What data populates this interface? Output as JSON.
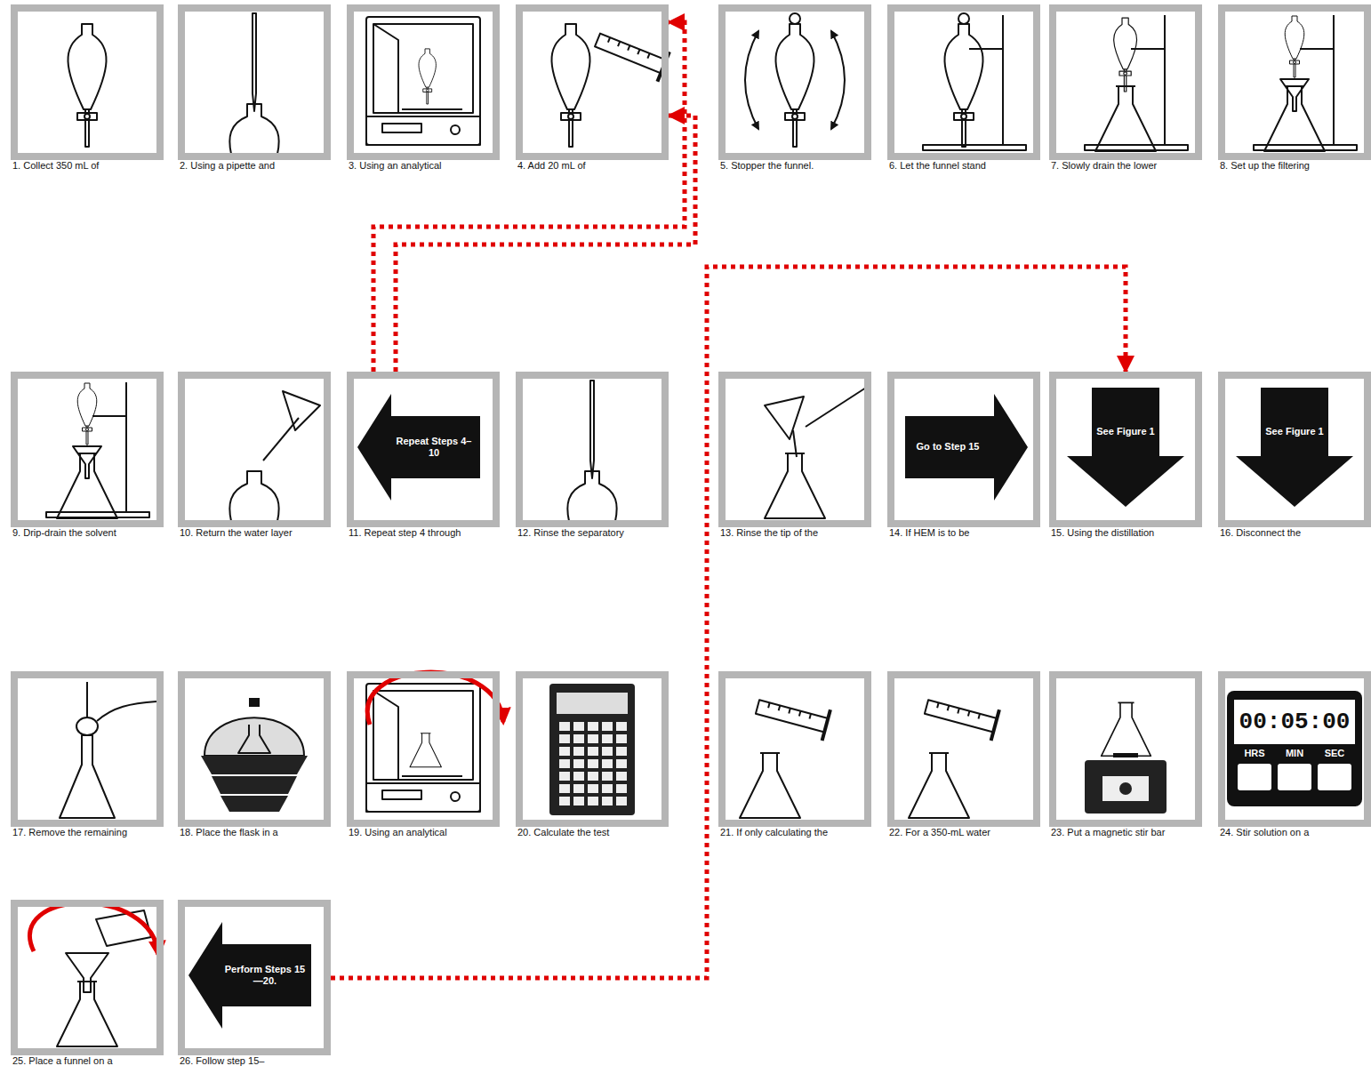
{
  "diagram": {
    "nodes": [
      {
        "text": [
          "1. Collect 350 mL of"
        ]
      },
      {
        "text": [
          "2. Using a pipette and"
        ]
      },
      {
        "text": [
          "3. Using an analytical"
        ]
      },
      {
        "text": [
          "4. Add 20 mL of"
        ]
      },
      {
        "text": [
          "5. Stopper the funnel."
        ]
      },
      {
        "text": [
          "6. Let the funnel stand"
        ]
      },
      {
        "text": [
          "7. Slowly drain the lower"
        ]
      },
      {
        "text": [
          "8. Set up the filtering"
        ]
      },
      {
        "text": [
          "9. Drip-drain the solvent"
        ]
      },
      {
        "text": [
          "10. Return the water layer"
        ]
      },
      {
        "text": [
          "Repeat Steps 4–10",
          "11. Repeat step 4 through"
        ]
      },
      {
        "text": [
          "12. Rinse the separatory"
        ]
      },
      {
        "text": [
          "13. Rinse the tip of the"
        ]
      },
      {
        "text": [
          "Go to Step 15",
          "14. If HEM is to be"
        ]
      },
      {
        "text": [
          "See Figure 1",
          "15. Using the distillation"
        ]
      },
      {
        "text": [
          "See Figure 1",
          "16. Disconnect the"
        ]
      },
      {
        "text": [
          "17. Remove the remaining"
        ]
      },
      {
        "text": [
          "18. Place the flask in a"
        ]
      },
      {
        "text": [
          "19. Using an analytical"
        ]
      },
      {
        "text": [
          "20. Calculate the test"
        ]
      },
      {
        "text": [
          "21. If only calculating the"
        ]
      },
      {
        "text": [
          "22. For a 350-mL water"
        ]
      },
      {
        "text": [
          "23. Put a magnetic stir bar"
        ]
      },
      {
        "text": [
          "24. Stir solution on a"
        ]
      },
      {
        "text": [
          "25. Place a funnel on a"
        ]
      },
      {
        "text": [
          "Perform Steps 15—20.",
          "26. Follow step 15–"
        ]
      }
    ],
    "edges": [
      {
        "from": 10,
        "to": 3,
        "arrow": "to"
      },
      {
        "from": 10,
        "to": 3,
        "arrow": "to"
      },
      {
        "from": 25,
        "to": 14,
        "arrow": "to"
      }
    ],
    "labels": [
      "00:05:00",
      "HRS",
      "MIN",
      "SEC"
    ]
  }
}
